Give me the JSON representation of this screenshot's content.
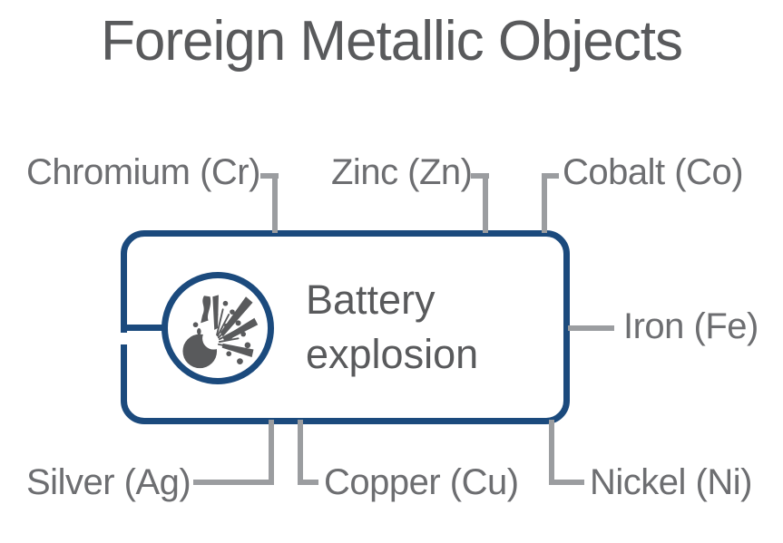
{
  "title": "Foreign Metallic Objects",
  "center": {
    "label": "Battery explosion",
    "icon": "explosion-icon"
  },
  "labels": {
    "chromium": "Chromium (Cr)",
    "zinc": "Zinc (Zn)",
    "cobalt": "Cobalt (Co)",
    "iron": "Iron (Fe)",
    "silver": "Silver (Ag)",
    "copper": "Copper (Cu)",
    "nickel": "Nickel (Ni)"
  },
  "colors": {
    "box_navy": "#1b4a7d",
    "connector_gray": "#9b9da0",
    "title_gray": "#595a5c",
    "label_gray": "#6d6e71",
    "icon_gray": "#595a5c"
  }
}
